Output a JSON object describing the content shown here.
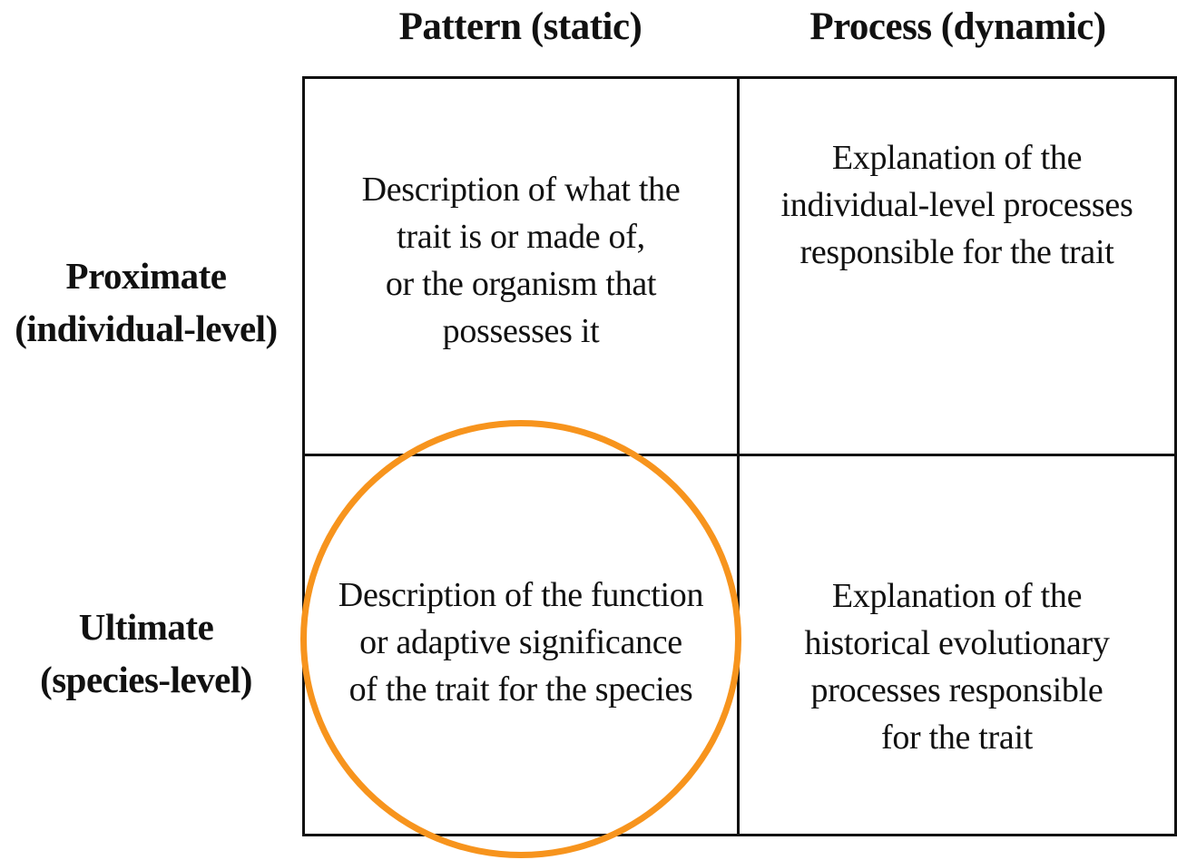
{
  "columns": {
    "pattern": "Pattern (static)",
    "process": "Process (dynamic)"
  },
  "rows": {
    "proximate": [
      "Proximate",
      "(individual-level)"
    ],
    "ultimate": [
      "Ultimate",
      "(species-level)"
    ]
  },
  "cells": {
    "proximate_pattern": [
      "Description of what the",
      "trait is or made of,",
      "or the organism that",
      "possesses it"
    ],
    "proximate_process": [
      "Explanation of the",
      "individual-level processes",
      "responsible for the trait"
    ],
    "ultimate_pattern": [
      "Description of the function",
      "or adaptive significance",
      "of the trait for the species"
    ],
    "ultimate_process": [
      "Explanation of the",
      "historical evolutionary",
      "processes responsible",
      "for the trait"
    ]
  },
  "colors": {
    "highlight": "#F7941D",
    "lines": "#111111",
    "text": "#111111"
  }
}
